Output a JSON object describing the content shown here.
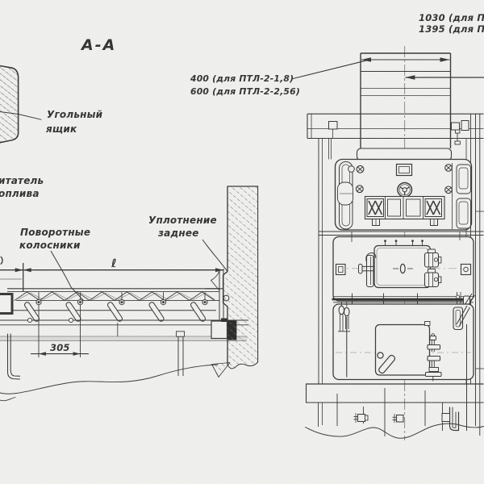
{
  "document": {
    "type": "technical-drawing",
    "background": "#f4f4f2",
    "ink": "#333331"
  },
  "section_title": "А-А",
  "side_view": {
    "labels": {
      "coal_box": {
        "line1": "Угольный",
        "line2": "ящик"
      },
      "fuel_feeder": {
        "line1": "итатель",
        "line2": "оплива"
      },
      "rotating_grates": {
        "line1": "Поворотные",
        "line2": "колосники"
      },
      "rear_seal": {
        "line1": "Уплотнение",
        "line2": "заднее"
      }
    },
    "dimensions": {
      "grate_pitch": "305",
      "grate_length": "ℓ"
    }
  },
  "front_view": {
    "dimensions": {
      "duct_width_line1": "400 (для ПТЛ-2-1,8)",
      "duct_width_line2": "600 (для ПТЛ-2-2,56)",
      "center_offset_line1": "1030 (для П",
      "center_offset_line2": "1395 (для П"
    }
  }
}
